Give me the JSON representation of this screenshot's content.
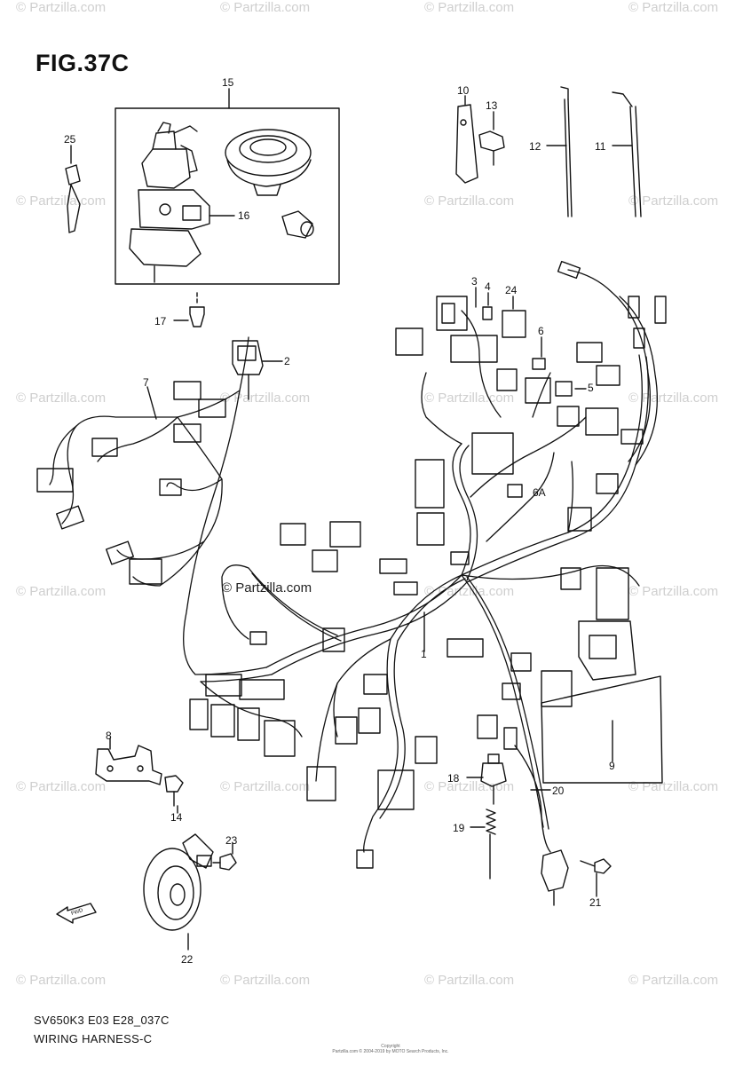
{
  "figure": {
    "title": "FIG.37C",
    "model_code": "SV650K3 E03 E28_037C",
    "section_title": "WIRING HARNESS-C",
    "copyright_line1": "Copyright",
    "copyright_line2": "Partzilla.com © 2004-2019 by MOTO Search Products, Inc."
  },
  "watermark": {
    "text": "© Partzilla.com",
    "center_text": "© Partzilla.com"
  },
  "callouts": [
    {
      "id": "1",
      "label": "1"
    },
    {
      "id": "2",
      "label": "2"
    },
    {
      "id": "3",
      "label": "3"
    },
    {
      "id": "4",
      "label": "4"
    },
    {
      "id": "5",
      "label": "5"
    },
    {
      "id": "6",
      "label": "6"
    },
    {
      "id": "6A",
      "label": "6A"
    },
    {
      "id": "7",
      "label": "7"
    },
    {
      "id": "8",
      "label": "8"
    },
    {
      "id": "9",
      "label": "9"
    },
    {
      "id": "10",
      "label": "10"
    },
    {
      "id": "11",
      "label": "11"
    },
    {
      "id": "12",
      "label": "12"
    },
    {
      "id": "13",
      "label": "13"
    },
    {
      "id": "14",
      "label": "14"
    },
    {
      "id": "15",
      "label": "15"
    },
    {
      "id": "16",
      "label": "16"
    },
    {
      "id": "17",
      "label": "17"
    },
    {
      "id": "18",
      "label": "18"
    },
    {
      "id": "19",
      "label": "19"
    },
    {
      "id": "20",
      "label": "20"
    },
    {
      "id": "21",
      "label": "21"
    },
    {
      "id": "22",
      "label": "22"
    },
    {
      "id": "23",
      "label": "23"
    },
    {
      "id": "24",
      "label": "24"
    },
    {
      "id": "25",
      "label": "25"
    }
  ],
  "front_arrow": {
    "label": "FWD"
  }
}
